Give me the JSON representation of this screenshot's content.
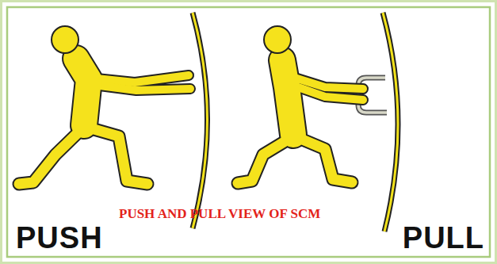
{
  "diagram": {
    "title": "PUSH AND PULL VIEW OF SCM",
    "labels": [
      "PUSH",
      "PULL"
    ]
  }
}
